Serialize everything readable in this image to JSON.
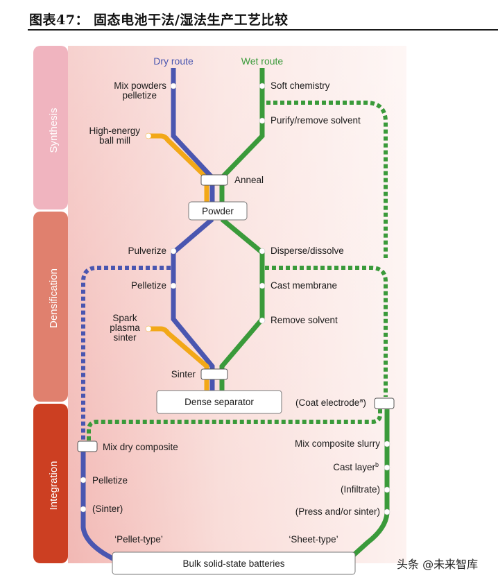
{
  "title": "图表47： 固态电池干法/湿法生产工艺比较",
  "routes": {
    "dry": {
      "label": "Dry route",
      "color": "#4a56b0"
    },
    "wet": {
      "label": "Wet route",
      "color": "#3a9a3a"
    },
    "side": {
      "color": "#f2a818"
    }
  },
  "phases": [
    {
      "label": "Synthesis",
      "color": "#f0b4bf"
    },
    {
      "label": "Densification",
      "color": "#e0806e"
    },
    {
      "label": "Integration",
      "color": "#cc3f22"
    }
  ],
  "synthesis": {
    "dry_steps": [
      "Mix powders",
      "pelletize"
    ],
    "side_step": [
      "High-energy",
      "ball mill"
    ],
    "wet_steps": [
      "Soft chemistry",
      "Purify/remove solvent"
    ],
    "anneal": "Anneal",
    "output": "Powder"
  },
  "densification": {
    "dry_steps": [
      "Pulverize",
      "Pelletize"
    ],
    "side_step": [
      "Spark",
      "plasma",
      "sinter"
    ],
    "wet_steps": [
      "Disperse/dissolve",
      "Cast membrane",
      "Remove solvent"
    ],
    "sinter": "Sinter",
    "output": "Dense separator"
  },
  "integration": {
    "coat_electrode": "(Coat electrode",
    "coat_sup": "a",
    "dry_steps": [
      "Mix dry composite",
      "Pelletize",
      "(Sinter)"
    ],
    "wet_steps": [
      "Mix composite slurry",
      "Cast layer",
      "(Infiltrate)",
      "(Press and/or sinter)"
    ],
    "cast_sup": "b",
    "pellet_type": "‘Pellet-type’",
    "sheet_type": "‘Sheet-type’",
    "output": "Bulk solid-state batteries"
  },
  "watermark": "头条 @未来智库"
}
